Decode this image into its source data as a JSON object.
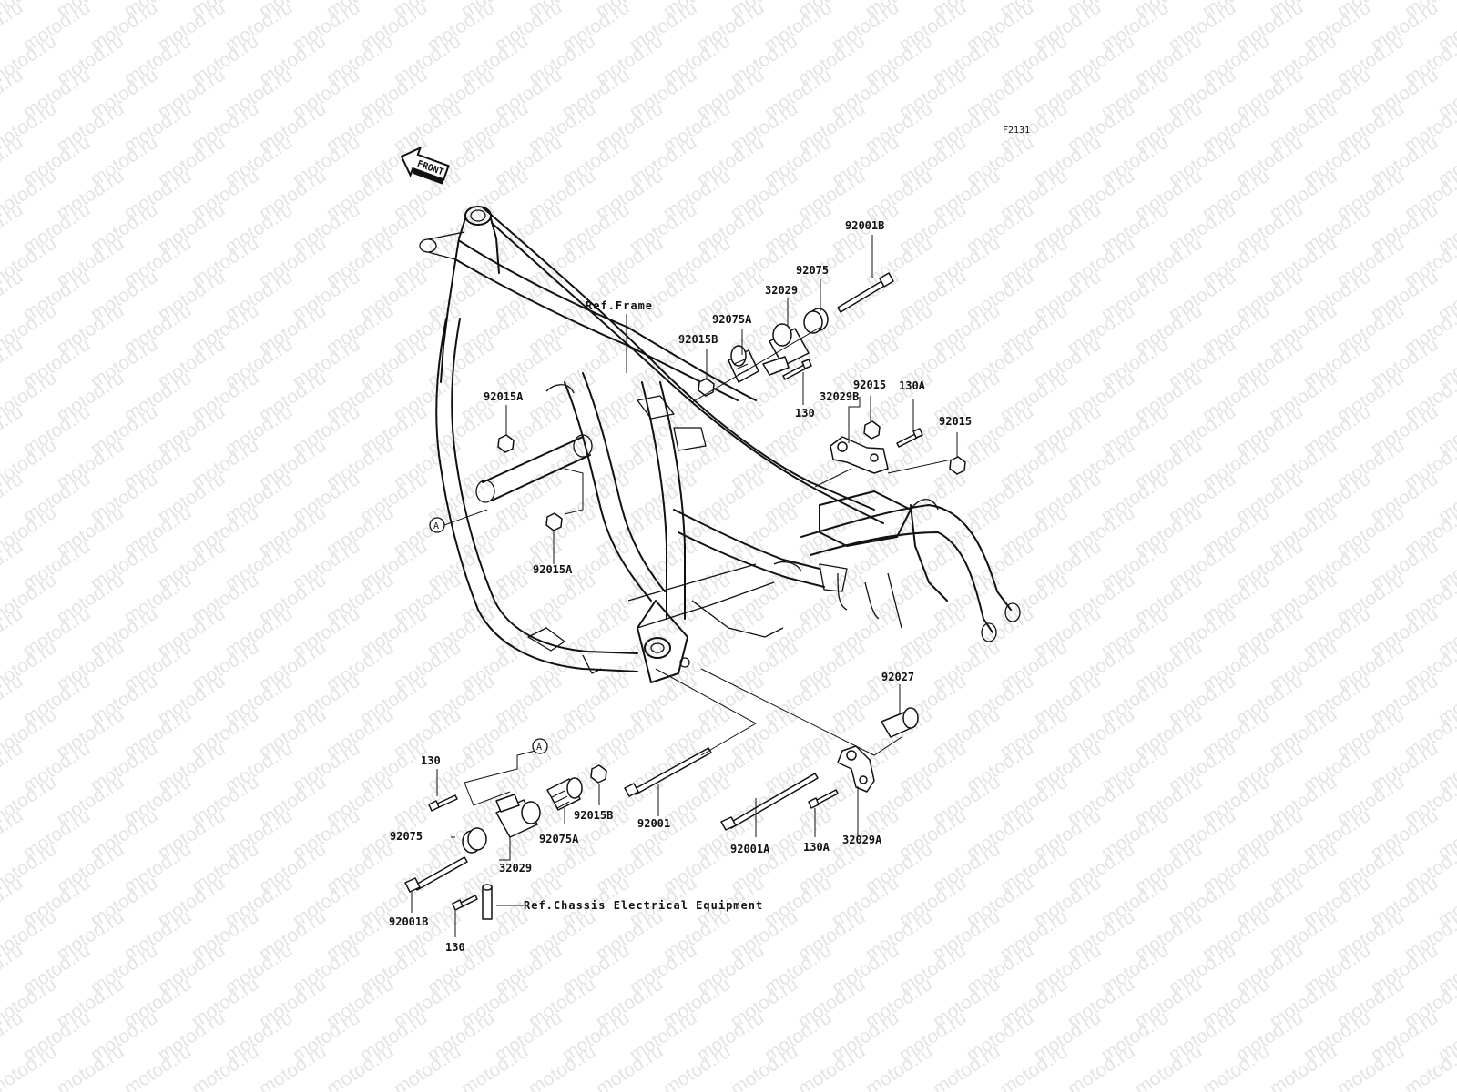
{
  "diagram": {
    "code": "F2131",
    "watermark": "motod.ru",
    "front_arrow": "FRONT",
    "refs": {
      "frame": "Ref.Frame",
      "chassis": "Ref.Chassis Electrical Equipment"
    },
    "markers": {
      "a_top": "A",
      "a_bottom": "A"
    },
    "labels": {
      "p92001B_top": "92001B",
      "p92075_top": "92075",
      "p32029_top": "32029",
      "p92075A_top": "92075A",
      "p92015B_top": "92015B",
      "p130_top": "130",
      "p92015_mid": "92015",
      "p130A_top": "130A",
      "p32029B": "32029B",
      "p92015_right": "92015",
      "p92015A_upper": "92015A",
      "p92015A_lower": "92015A",
      "p92027": "92027",
      "p130_bl": "130",
      "p92075_bl": "92075",
      "p92075A_bl": "92075A",
      "p92015B_bl": "92015B",
      "p92001": "92001",
      "p32029_bl": "32029",
      "p92001A": "92001A",
      "p130A_bl": "130A",
      "p32029A": "32029A",
      "p92001B_bl": "92001B",
      "p130_bottom": "130"
    }
  }
}
